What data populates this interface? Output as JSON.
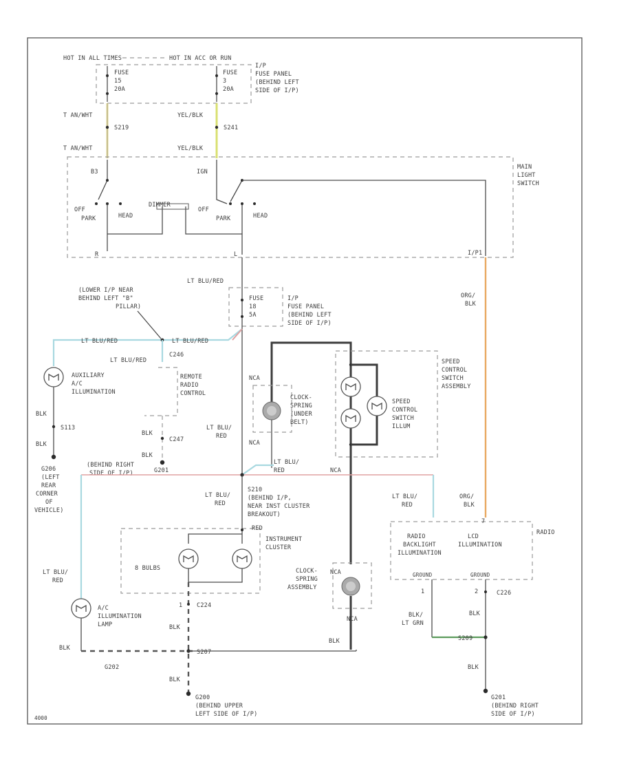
{
  "diagram": {
    "labels": {
      "hot_header": "HOT IN ALL TIMES",
      "hot_header2": "HOT IN ACC OR RUN",
      "fuse1": [
        "FUSE",
        "15",
        "20A"
      ],
      "fuse2": [
        "FUSE",
        "3",
        "20A"
      ],
      "ip_fuse_panel_top": [
        "I/P",
        "FUSE PANEL",
        "(BEHIND LEFT",
        "SIDE OF I/P)"
      ],
      "tan_wht_1": "T AN/WHT",
      "tan_wht_2": "T AN/WHT",
      "yel_blk_1": "YEL/BLK",
      "yel_blk_2": "YEL/BLK",
      "s_219": "S219",
      "s_241": "S241",
      "switch_b3": "B3",
      "switch_ign": "IGN",
      "off1": "OFF",
      "park1": "PARK",
      "head1": "HEAD",
      "dimmer": "DIMMER",
      "off2": "OFF",
      "park2": "PARK",
      "head2": "HEAD",
      "main_light_switch": [
        "MAIN",
        "LIGHT",
        "SWITCH"
      ],
      "pin_r": "R",
      "pin_l": "L",
      "pin_ip": "I/P1",
      "lt_blu_red_top": "LT BLU/RED",
      "fuse_mid": [
        "FUSE",
        "18",
        "5A"
      ],
      "ip_fuse_panel_mid": [
        "I/P",
        "FUSE PANEL",
        "(BEHIND LEFT",
        "SIDE OF I/P)"
      ],
      "lower_ip": [
        "(LOWER I/P NEAR",
        "BEHIND LEFT \"B\"",
        "PILLAR)"
      ],
      "lt_blu_red_l1": "LT BLU/RED",
      "lt_blu_red_l2": "LT BLU/RED",
      "c246": "C246",
      "lt_blu_red_l3": "LT BLU/RED",
      "aux_ac": [
        "AUXILIARY",
        "A/C",
        "ILLUMINATION"
      ],
      "remote_radio": [
        "REMOTE",
        "RADIO",
        "CONTROL"
      ],
      "blk_1": "BLK",
      "s113": "S113",
      "blk_2": "BLK",
      "g206": [
        "G206",
        "(LEFT",
        "REAR",
        "CORNER",
        "OF",
        "VEHICLE)"
      ],
      "blk_3": "BLK",
      "c247": "C247",
      "blk_4": "BLK",
      "lt_blu_red_v": [
        "LT BLU/",
        "RED"
      ],
      "nca_1": "NCA",
      "clockspring_tl": [
        "CLOCK-",
        "SPRING",
        "(UNDER",
        "BELT)"
      ],
      "nca_2": "NCA",
      "speed_ctrl_switch": [
        "SPEED",
        "CONTROL",
        "SWITCH",
        "ASSEMBLY"
      ],
      "speed_ctrl_illum": [
        "SPEED",
        "CONTROL",
        "SWITCH",
        "ILLUM"
      ],
      "org_blk": [
        "ORG/",
        "BLK"
      ],
      "behind_right": [
        "(BEHIND RIGHT",
        "SIDE OF I/P)"
      ],
      "g201": "G201",
      "lt_blu_red_mid": [
        "LT BLU/",
        "RED"
      ],
      "nca_3": "NCA",
      "s210": [
        "S210",
        "(BEHIND I/P,",
        "NEAR INST CLUSTER",
        "BREAKOUT)"
      ],
      "lt_blu_red_c": [
        "LT BLU/",
        "RED"
      ],
      "red_c": "RED",
      "inst_cluster": [
        "INSTRUMENT",
        "CLUSTER"
      ],
      "bulbs_8": "8 BULBS",
      "lt_blu_red_radio": [
        "LT BLU/",
        "RED"
      ],
      "org_blk_radio": [
        "ORG/",
        "BLK"
      ],
      "radio": "RADIO",
      "radio_backlight": [
        "RADIO",
        "BACKLIGHT",
        "ILLUMINATION"
      ],
      "lcd_illum": [
        "LCD",
        "ILLUMINATION"
      ],
      "radio_pin_b": "7",
      "ground": "GROUND",
      "ground2": "GROUND",
      "nca_4": "NCA",
      "clockspring_asm": [
        "CLOCK-",
        "SPRING",
        "ASSEMBLY"
      ],
      "c224": "C224",
      "c226": "C226",
      "lt_blu_red_ac": [
        "LT BLU/",
        "RED"
      ],
      "ac_lamp": [
        "A/C",
        "ILLUMINATION",
        "LAMP"
      ],
      "blk_5": "BLK",
      "blk_6": "BLK",
      "blk_lt_grn": [
        "BLK/",
        "LT GRN"
      ],
      "blk_7": "BLK",
      "blk_8": "BLK",
      "nca_5": "NCA",
      "blk_9": "BLK",
      "s207": "S207",
      "g202": "G202",
      "blk_10": "BLK",
      "s209": "S209",
      "blk_11": "BLK",
      "g200": [
        "G200",
        "(BEHIND UPPER",
        "LEFT SIDE OF I/P)"
      ],
      "g201_b": [
        "G201",
        "(BEHIND RIGHT",
        "SIDE OF I/P)"
      ],
      "page_num": "4000"
    },
    "colors": {
      "wire_tan_wht": "#e8dfa0",
      "wire_yel_blk": "#d8e070",
      "wire_org_blk": "#e8a860",
      "wire_lt_blu_red": "#a8d8e0",
      "wire_red": "#e0a0a0",
      "wire_blk_lt_grn": "#5a9a5a"
    }
  }
}
